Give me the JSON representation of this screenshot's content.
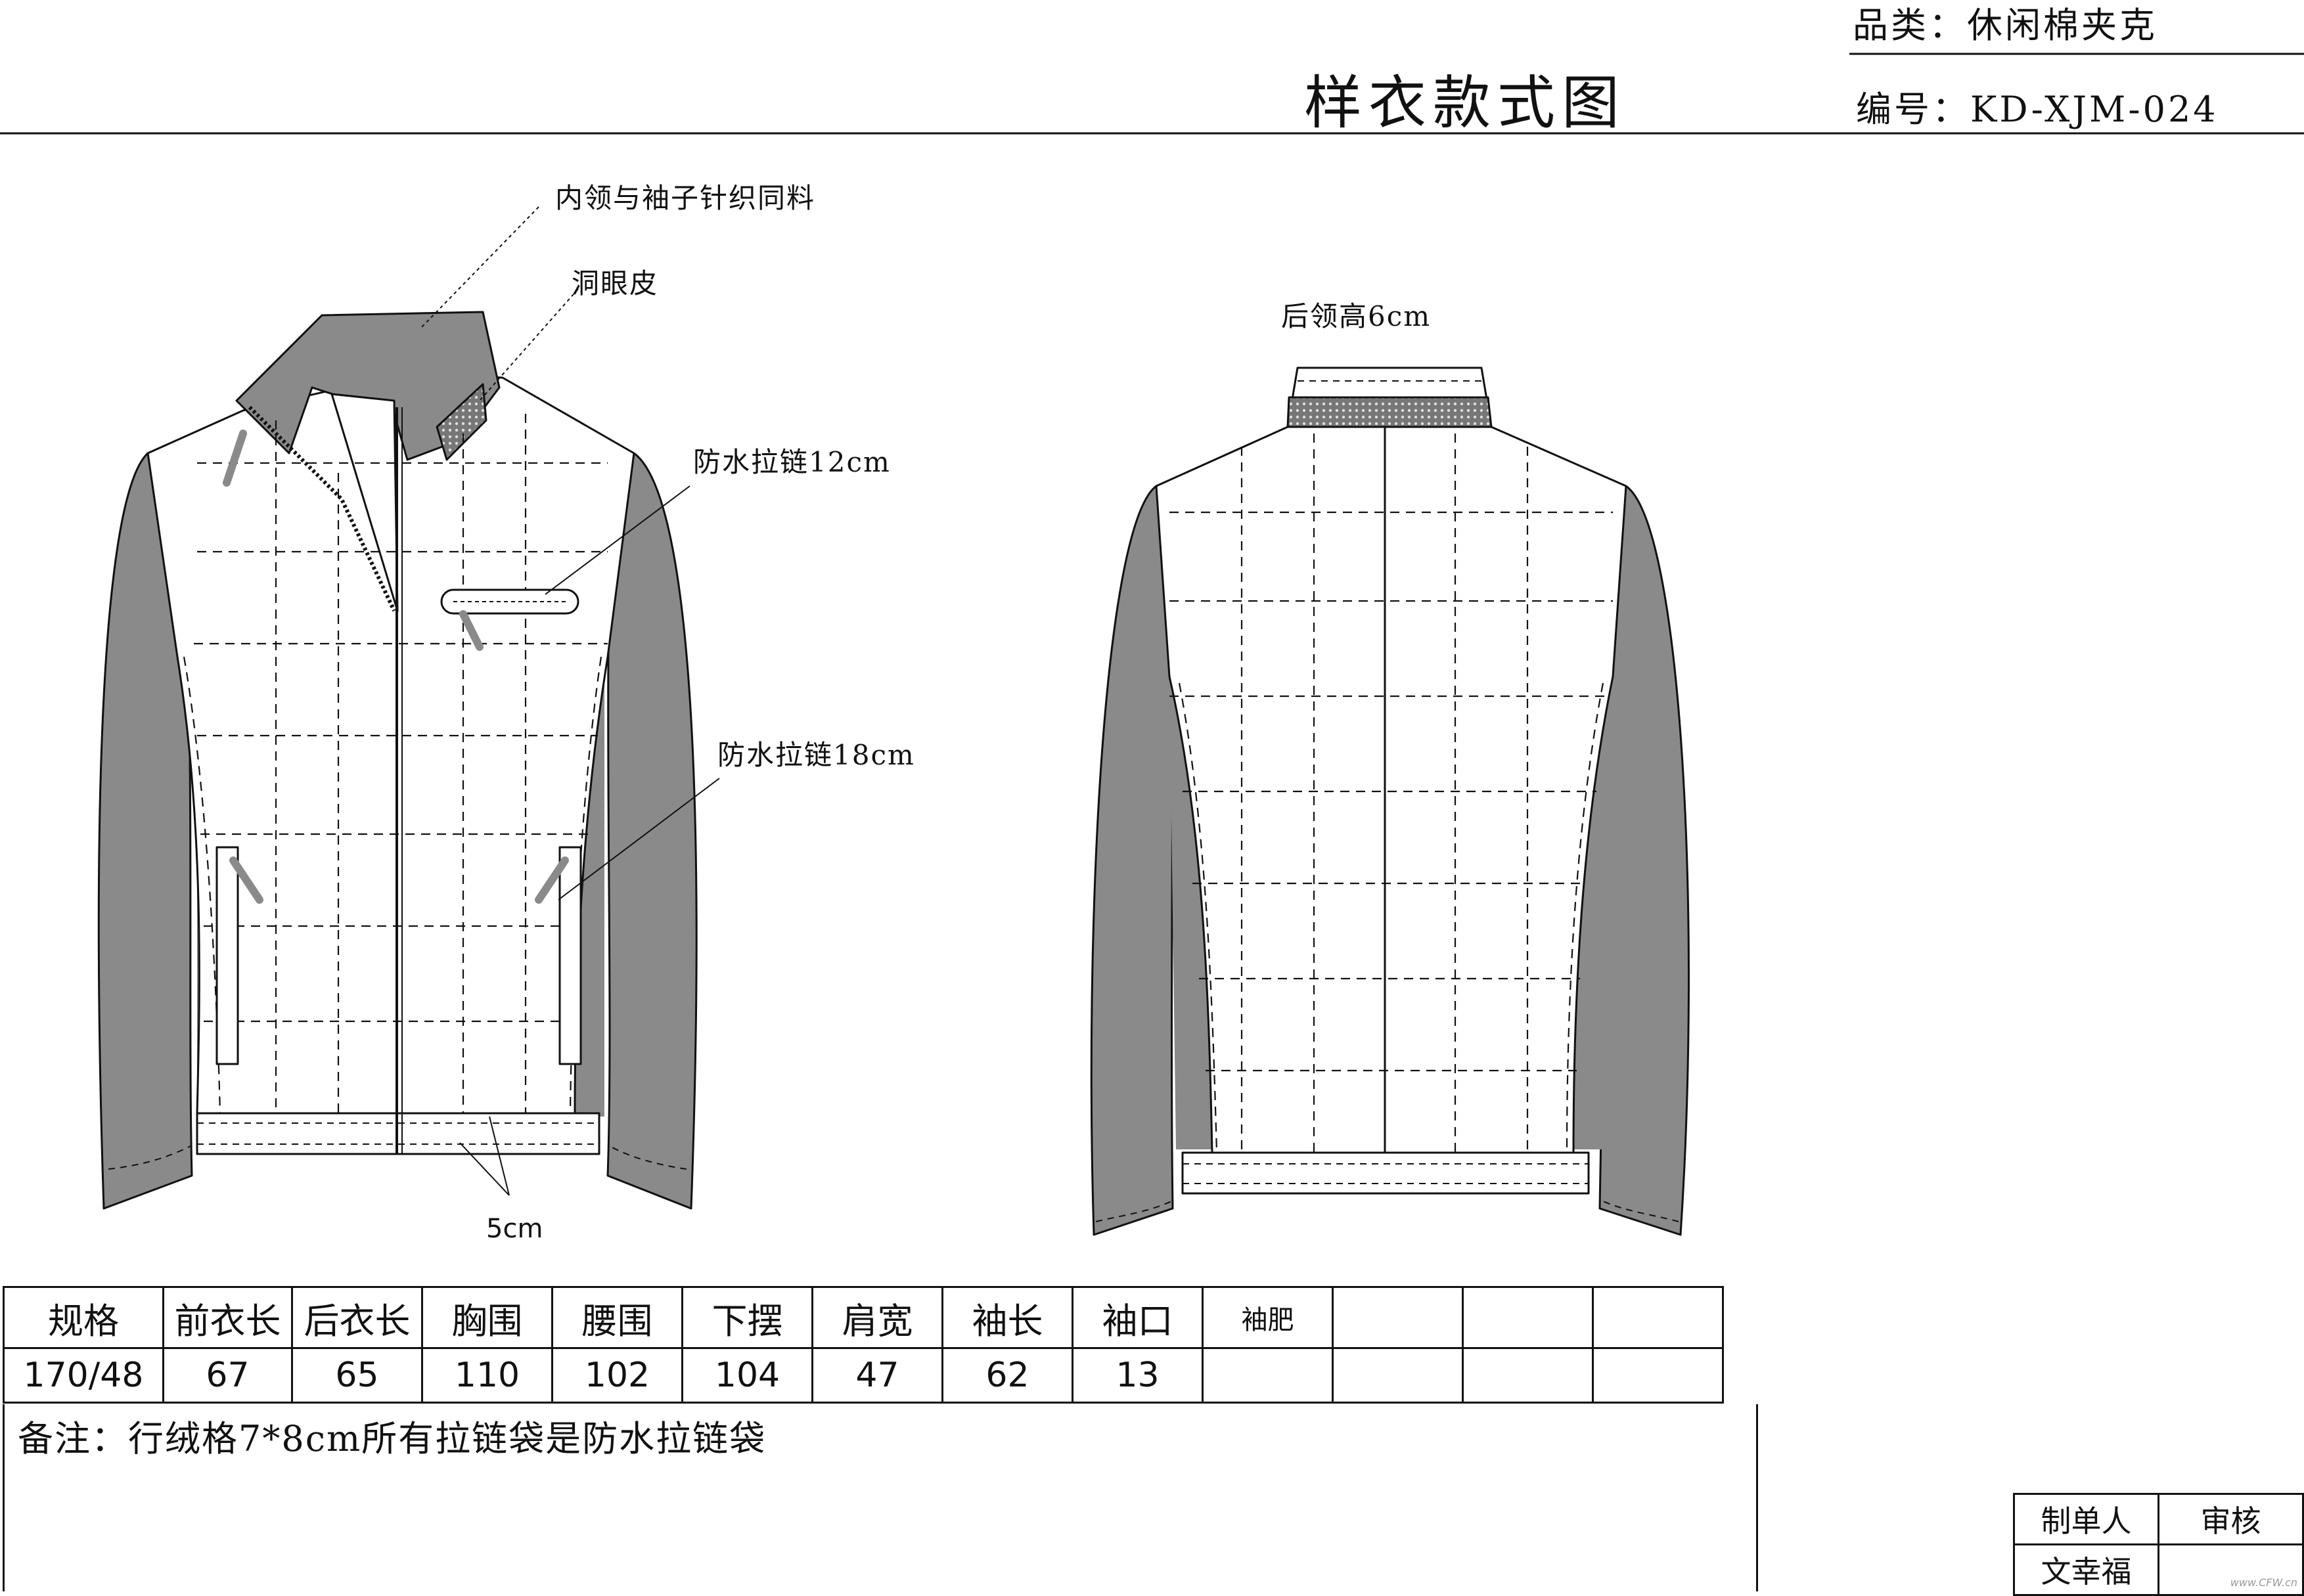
{
  "header": {
    "category_label": "品类：休闲棉夹克",
    "title": "样衣款式图",
    "code_label": "编号：KD-XJM-024"
  },
  "annotations": {
    "inner_collar": "内领与袖子针织同料",
    "eyelet_leather": "洞眼皮",
    "zip_12": "防水拉链12cm",
    "zip_18": "防水拉链18cm",
    "hem_5": "5cm",
    "back_collar": "后领高6cm"
  },
  "colors": {
    "sleeve_fill": "#8a8a8a",
    "line": "#111111",
    "body_fill": "#ffffff"
  },
  "spec_table": {
    "headers": [
      "规格",
      "前衣长",
      "后衣长",
      "胸围",
      "腰围",
      "下摆",
      "肩宽",
      "袖长",
      "袖口",
      "袖肥",
      "",
      "",
      ""
    ],
    "values": [
      "170/48",
      "67",
      "65",
      "110",
      "102",
      "104",
      "47",
      "62",
      "13",
      "",
      "",
      "",
      ""
    ]
  },
  "remarks": "备注：行绒格7*8cm所有拉链袋是防水拉链袋",
  "sign": {
    "maker_label": "制单人",
    "review_label": "审核",
    "maker_name": "文幸福",
    "reviewer_name": ""
  },
  "watermark": "www.CFW.cn"
}
